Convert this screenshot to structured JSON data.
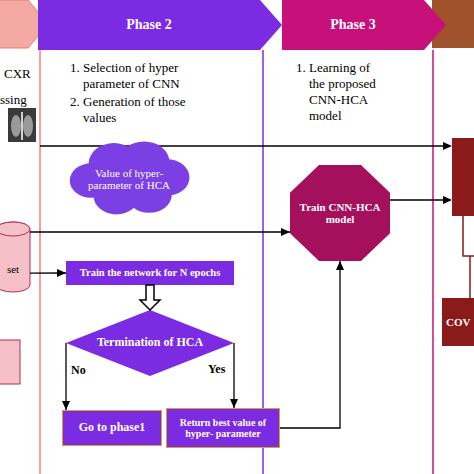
{
  "diagram": {
    "nodes": [
      {
        "text": [
          "Phase 2"
        ]
      },
      {
        "text": [
          "Phase 3"
        ]
      },
      {
        "text": [
          "Value of hyper- parameter of HCA"
        ]
      },
      {
        "text": [
          "Train CNN-HCA model"
        ]
      },
      {
        "text": [
          "set"
        ]
      },
      {
        "text": [
          "Train the network for N epochs"
        ]
      },
      {
        "text": [
          "Termination of HCA"
        ]
      },
      {
        "text": [
          "COV"
        ]
      },
      {
        "text": [
          "Go to phase1"
        ]
      },
      {
        "text": [
          "Return best value of hyper- parameter"
        ]
      }
    ],
    "edges": [
      {
        "from": 4,
        "to": 3,
        "arrow": "to"
      },
      {
        "from": 4,
        "to": 5,
        "arrow": "to"
      },
      {
        "from": 5,
        "to": 6,
        "arrow": "to"
      },
      {
        "from": 6,
        "to": 8,
        "label": "No",
        "arrow": "to"
      },
      {
        "from": 6,
        "to": 9,
        "label": "Yes",
        "arrow": "to"
      },
      {
        "from": 9,
        "to": 3,
        "arrow": "to"
      }
    ],
    "labels": [
      "CXR",
      "ssing",
      "1. Selection of hyper parameter of CNN",
      "2. Generation of those values",
      "1. Learning of the proposed CNN-HCA model"
    ]
  }
}
